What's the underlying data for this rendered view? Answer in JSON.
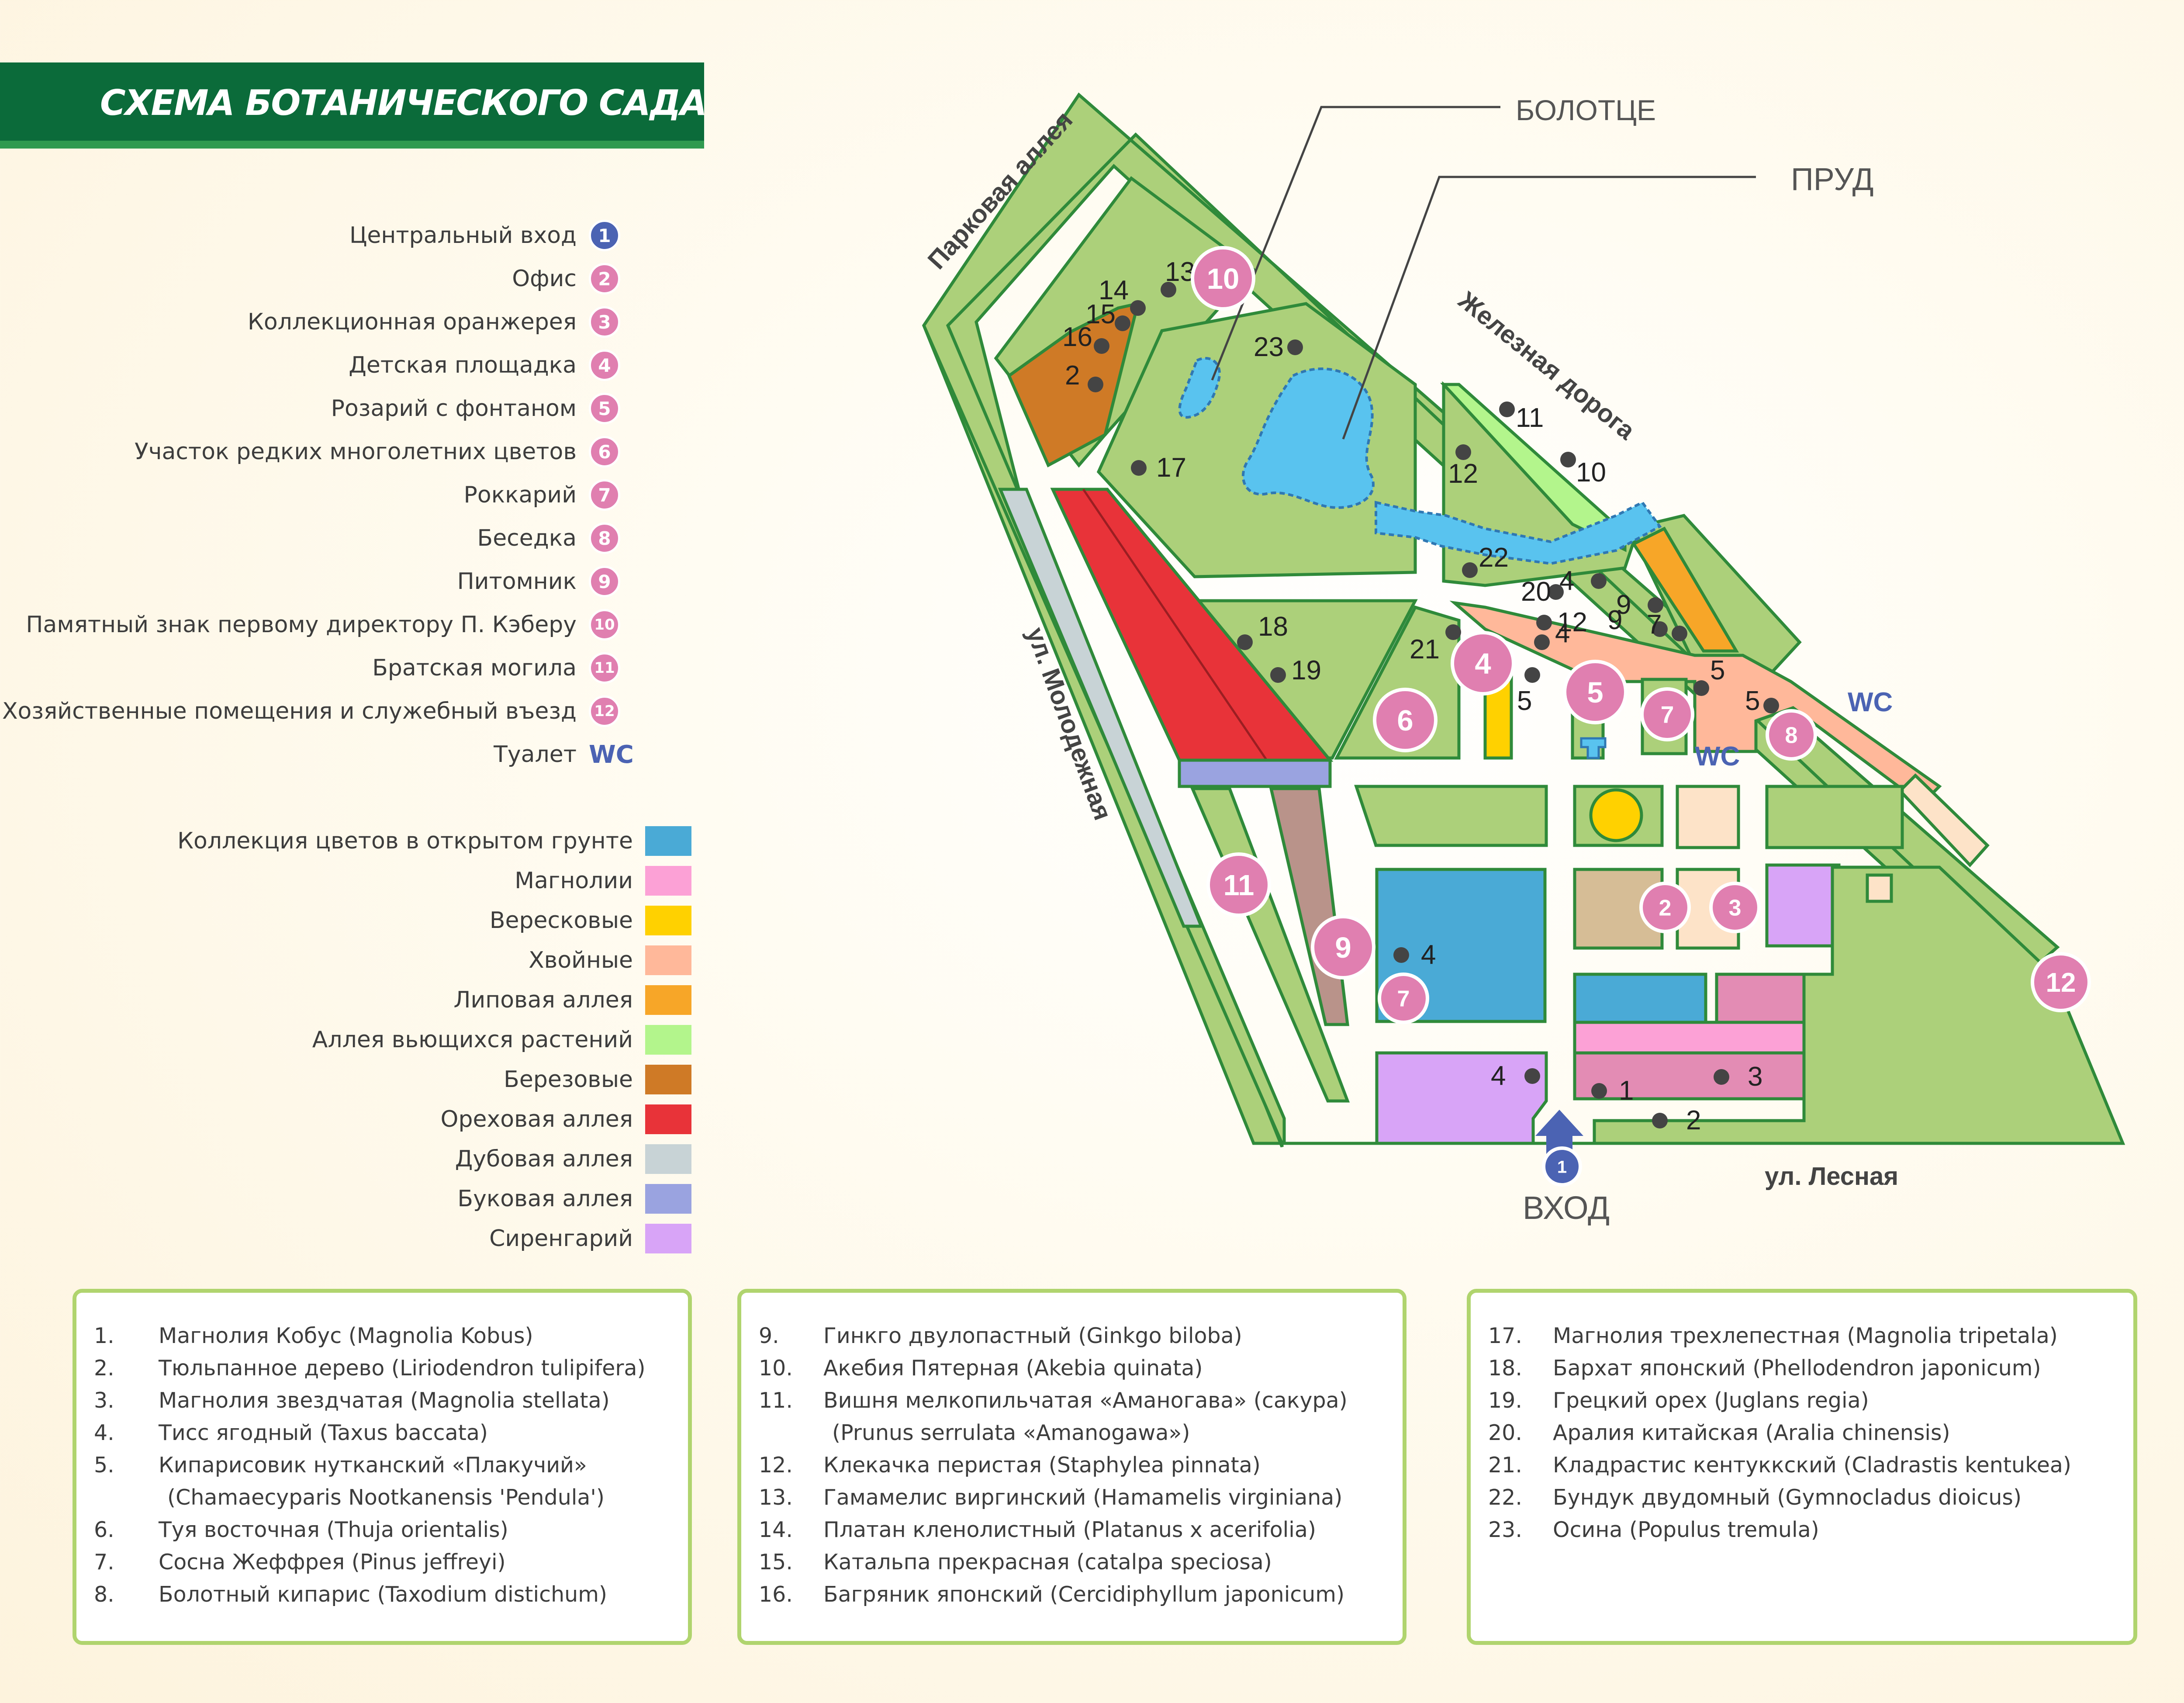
{
  "title": "СХЕМА БОТАНИЧЕСКОГО САДА",
  "legend_numbers": [
    {
      "num": "1",
      "label": "Центральный вход",
      "style": "blue"
    },
    {
      "num": "2",
      "label": "Офис",
      "style": "pink"
    },
    {
      "num": "3",
      "label": "Коллекционная оранжерея",
      "style": "pink"
    },
    {
      "num": "4",
      "label": "Детская площадка",
      "style": "pink"
    },
    {
      "num": "5",
      "label": "Розарий с фонтаном",
      "style": "pink"
    },
    {
      "num": "6",
      "label": "Участок редких многолетних цветов",
      "style": "pink"
    },
    {
      "num": "7",
      "label": "Роккарий",
      "style": "pink"
    },
    {
      "num": "8",
      "label": "Беседка",
      "style": "pink"
    },
    {
      "num": "9",
      "label": "Питомник",
      "style": "pink"
    },
    {
      "num": "10",
      "label": "Памятный знак первому директору П. Кэберу",
      "style": "pink"
    },
    {
      "num": "11",
      "label": "Братская могила",
      "style": "pink"
    },
    {
      "num": "12",
      "label": "Хозяйственные помещения и служебный въезд",
      "style": "pink"
    },
    {
      "num": "WC",
      "label": "Туалет",
      "style": "wc"
    }
  ],
  "legend_colors": [
    {
      "label": "Коллекция цветов в открытом грунте",
      "color": "#4aaad6"
    },
    {
      "label": "Магнолии",
      "color": "#fca1d6"
    },
    {
      "label": "Вересковые",
      "color": "#ffd100"
    },
    {
      "label": "Хвойные",
      "color": "#ffb89a"
    },
    {
      "label": "Липовая аллея",
      "color": "#f7a628"
    },
    {
      "label": "Аллея вьющихся растений",
      "color": "#b3f58c"
    },
    {
      "label": "Березовые",
      "color": "#cf7a26"
    },
    {
      "label": "Ореховая аллея",
      "color": "#e83339"
    },
    {
      "label": "Дубовая аллея",
      "color": "#c8d3d6"
    },
    {
      "label": "Буковая аллея",
      "color": "#9aa3e0"
    },
    {
      "label": "Сиренгарий",
      "color": "#d8a4f7"
    }
  ],
  "map_labels": {
    "bolottse": "БОЛОТЦЕ",
    "prud": "ПРУД",
    "parkovaya": "Парковая аллея",
    "zheleznaya": "Железная дорога",
    "molodezhnaya": "ул. Молодежная",
    "lesnaya": "ул. Лесная",
    "vhod": "ВХОД",
    "wc": "WC"
  },
  "map_circles": [
    "10",
    "4",
    "5",
    "6",
    "7",
    "8",
    "11",
    "9",
    "7",
    "2",
    "3",
    "12",
    "1"
  ],
  "map_points": [
    "13",
    "14",
    "15",
    "16",
    "2",
    "23",
    "17",
    "11",
    "10",
    "12",
    "22",
    "20",
    "12",
    "4",
    "9",
    "9",
    "4",
    "7",
    "5",
    "21",
    "5",
    "5",
    "18",
    "19",
    "4",
    "4",
    "1",
    "3",
    "2"
  ],
  "species_col1": [
    {
      "n": "1.",
      "t": "Магнолия Кобус (Magnolia Kobus)"
    },
    {
      "n": "2.",
      "t": "Тюльпанное дерево (Liriodendron tulipifera)"
    },
    {
      "n": "3.",
      "t": "Магнолия звездчатая (Magnolia stellata)"
    },
    {
      "n": "4.",
      "t": "Тисс ягодный (Taxus baccata)"
    },
    {
      "n": "5.",
      "t": "Кипарисовик нутканский «Плакучий»"
    },
    {
      "n": "",
      "t": "(Chamaecyparis Nootkanensis 'Pendula')"
    },
    {
      "n": "6.",
      "t": "Туя восточная (Thuja orientalis)"
    },
    {
      "n": "7.",
      "t": "Сосна Жеффрея (Pinus jeffreyi)"
    },
    {
      "n": "8.",
      "t": "Болотный кипарис (Taxodium distichum)"
    }
  ],
  "species_col2": [
    {
      "n": "9.",
      "t": "Гинкго двулопастный (Ginkgo biloba)"
    },
    {
      "n": "10.",
      "t": "Акебия Пятерная (Akebia quinata)"
    },
    {
      "n": "11.",
      "t": "Вишня мелкопильчатая «Аманогава» (сакура)"
    },
    {
      "n": "",
      "t": "(Prunus serrulata «Amanogawa»)"
    },
    {
      "n": "12.",
      "t": "Клекачка перистая (Staphylea pinnata)"
    },
    {
      "n": "13.",
      "t": "Гамамелис виргинский (Hamamelis virginiana)"
    },
    {
      "n": "14.",
      "t": "Платан кленолистный (Platanus x acerifolia)"
    },
    {
      "n": "15.",
      "t": "Катальпа прекрасная (catalpa speciosa)"
    },
    {
      "n": "16.",
      "t": "Багряник японский (Cercidiphyllum japonicum)"
    }
  ],
  "species_col3": [
    {
      "n": "17.",
      "t": "Магнолия трехлепестная (Magnolia tripetala)"
    },
    {
      "n": "18.",
      "t": "Бархат японский (Phellodendron japonicum)"
    },
    {
      "n": "19.",
      "t": "Грецкий орех (Juglans regia)"
    },
    {
      "n": "20.",
      "t": "Аралия китайская (Aralia chinensis)"
    },
    {
      "n": "21.",
      "t": "Кладрастис кентуккский (Cladrastis kentukea)"
    },
    {
      "n": "22.",
      "t": "Бундук двудомный (Gymnocladus dioicus)"
    },
    {
      "n": "23.",
      "t": "Осина (Populus tremula)"
    }
  ]
}
